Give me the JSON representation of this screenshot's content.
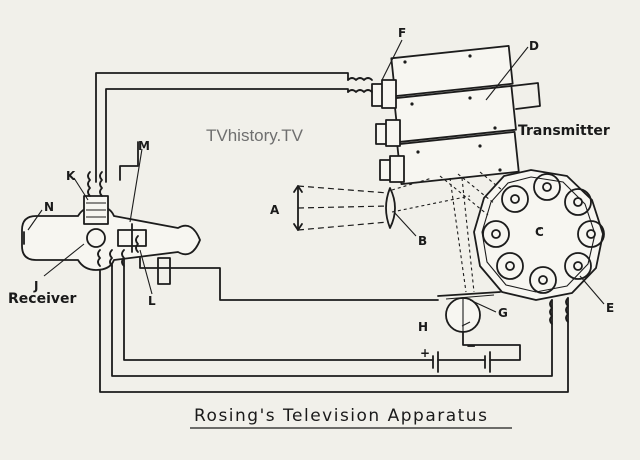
{
  "watermark": "TVhistory.TV",
  "title": "Rosing's Television Apparatus",
  "sections": {
    "transmitter": "Transmitter",
    "receiver": "Receiver"
  },
  "labels": {
    "A": "A",
    "B": "B",
    "C": "C",
    "D": "D",
    "E": "E",
    "F": "F",
    "G": "G",
    "H": "H",
    "J": "J",
    "K": "K",
    "L": "L",
    "M": "M",
    "N": "N"
  },
  "battery": {
    "plus": "+",
    "minus": "−"
  }
}
